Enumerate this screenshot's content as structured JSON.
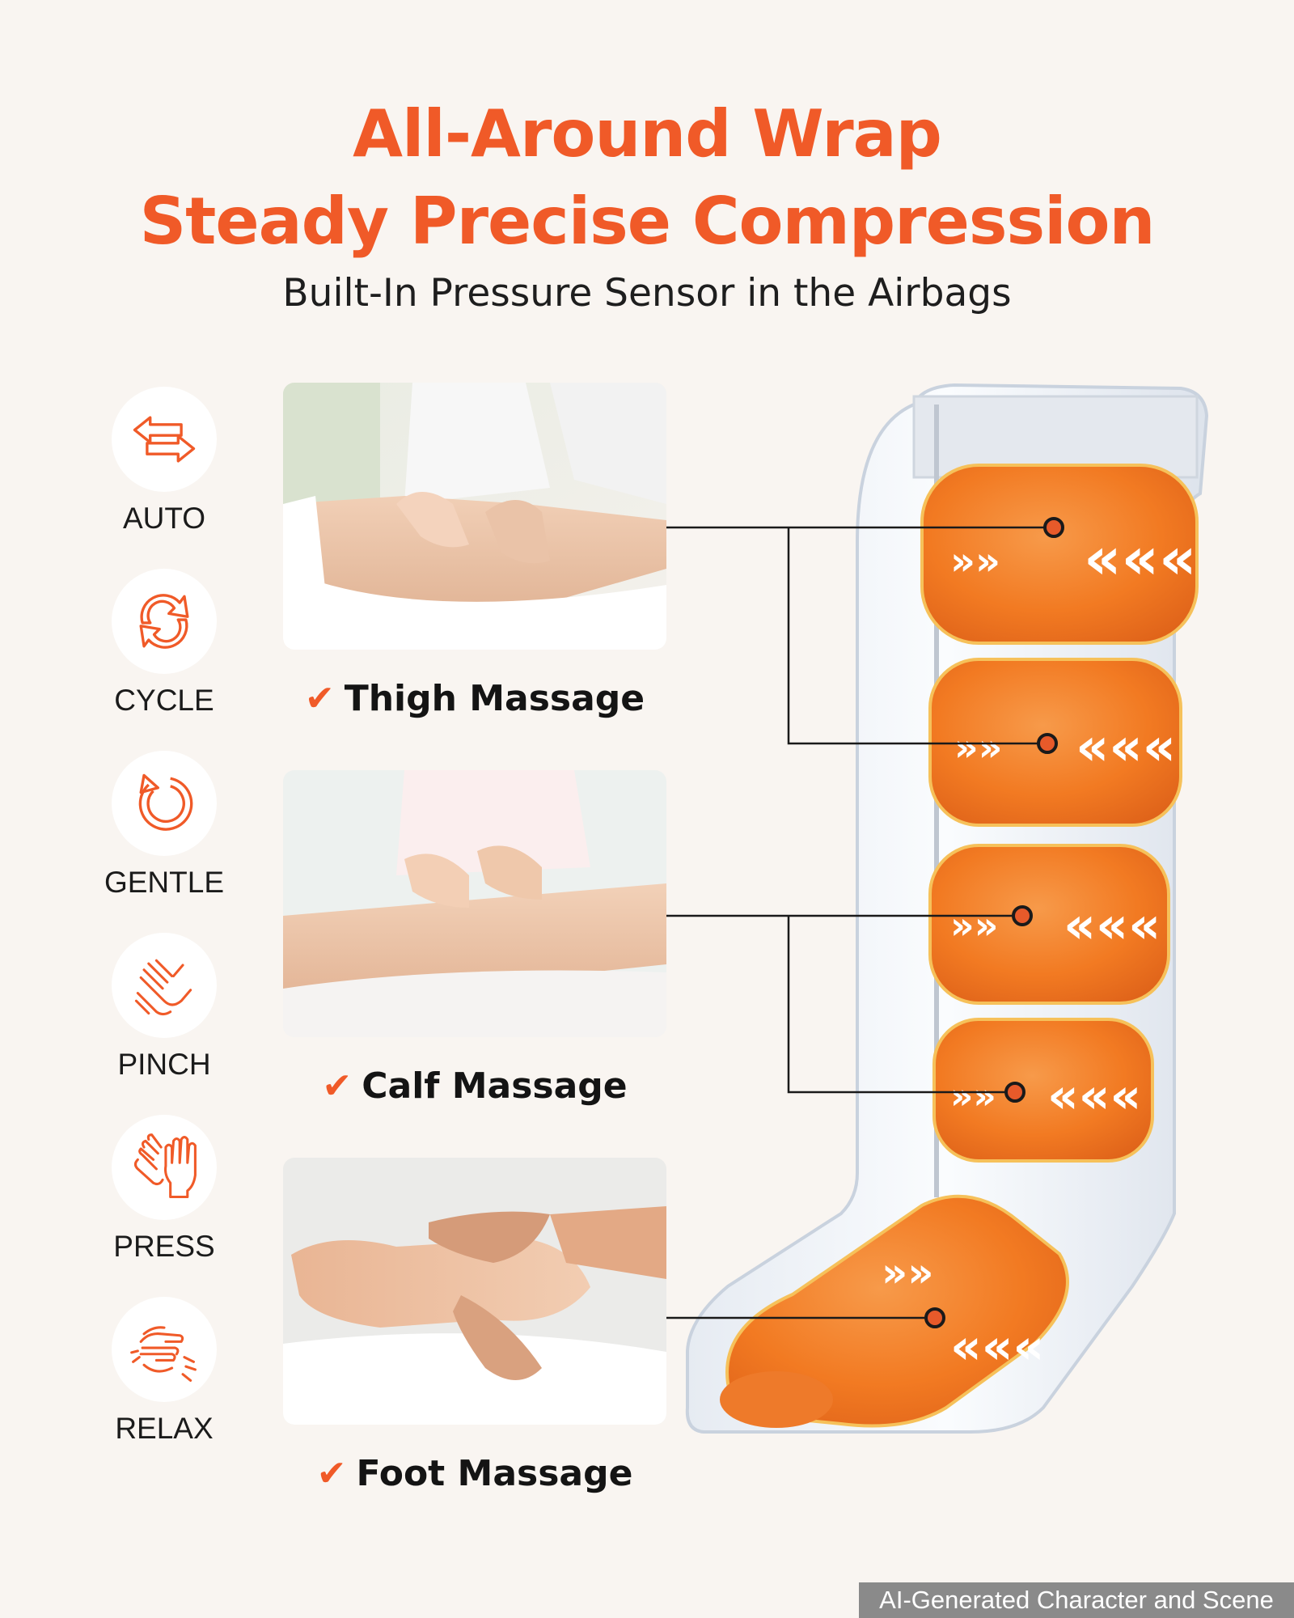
{
  "header": {
    "title_line1": "All-Around Wrap",
    "title_line2": "Steady Precise Compression",
    "subtitle": "Built-In Pressure Sensor in the Airbags"
  },
  "modes": [
    {
      "label": "AUTO",
      "icon": "arrows-swap-icon"
    },
    {
      "label": "CYCLE",
      "icon": "cycle-arrows-icon"
    },
    {
      "label": "GENTLE",
      "icon": "circular-arrow-icon"
    },
    {
      "label": "PINCH",
      "icon": "pinch-hands-icon"
    },
    {
      "label": "PRESS",
      "icon": "press-hands-icon"
    },
    {
      "label": "RELAX",
      "icon": "relax-hands-icon"
    }
  ],
  "features": [
    {
      "caption": "Thigh Massage",
      "check": "✔"
    },
    {
      "caption": "Calf Massage",
      "check": "✔"
    },
    {
      "caption": "Foot Massage",
      "check": "✔"
    }
  ],
  "colors": {
    "accent": "#f05a28",
    "background": "#f9f5f1",
    "airbag": "#f47a23"
  },
  "watermark": "AI-Generated Character and Scene"
}
